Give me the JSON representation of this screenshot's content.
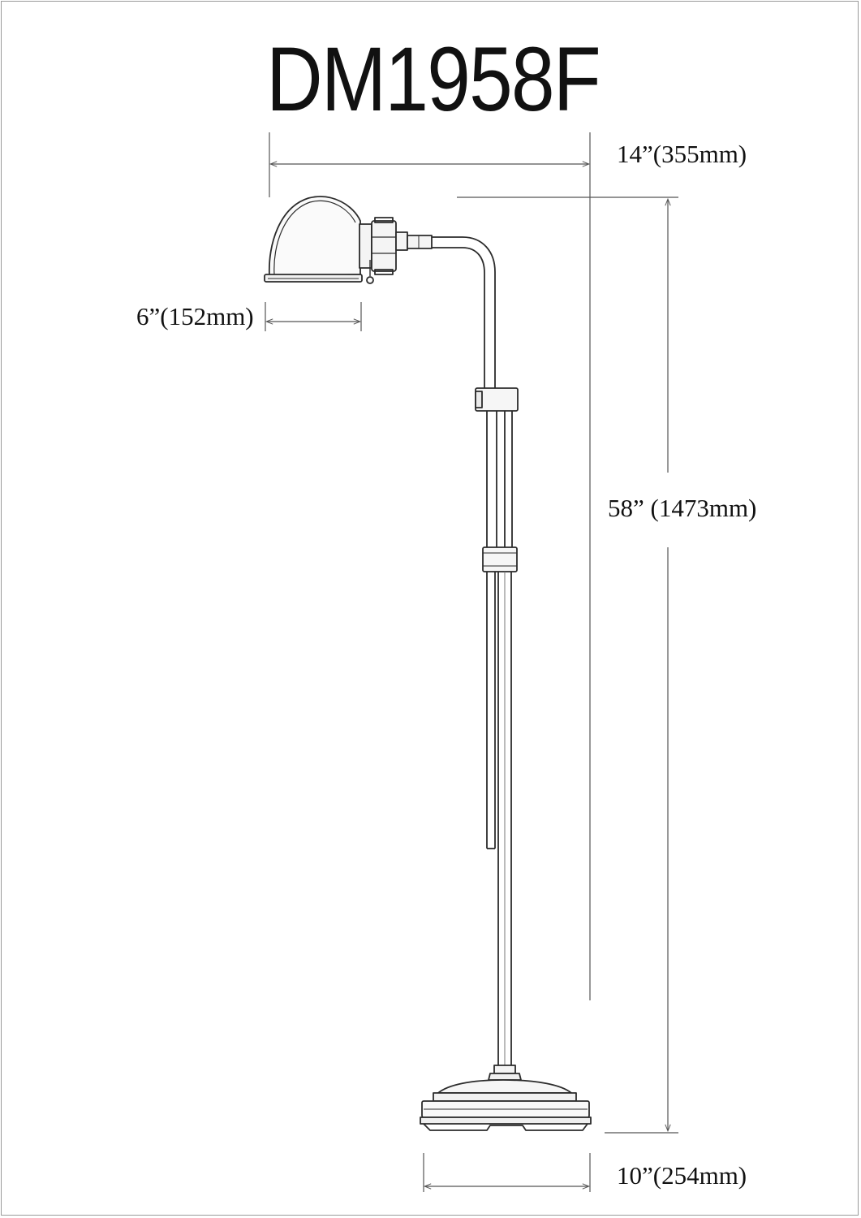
{
  "sheet": {
    "model_number": "DM1958F"
  },
  "dimensions": {
    "overall_width": "14”(355mm)",
    "shade_diameter": "6”(152mm)",
    "overall_height": "58” (1473mm)",
    "base_diameter": "10”(254mm)"
  },
  "colors": {
    "line": "#2b2b2b",
    "dimension_line": "#555555",
    "text": "#111111"
  }
}
